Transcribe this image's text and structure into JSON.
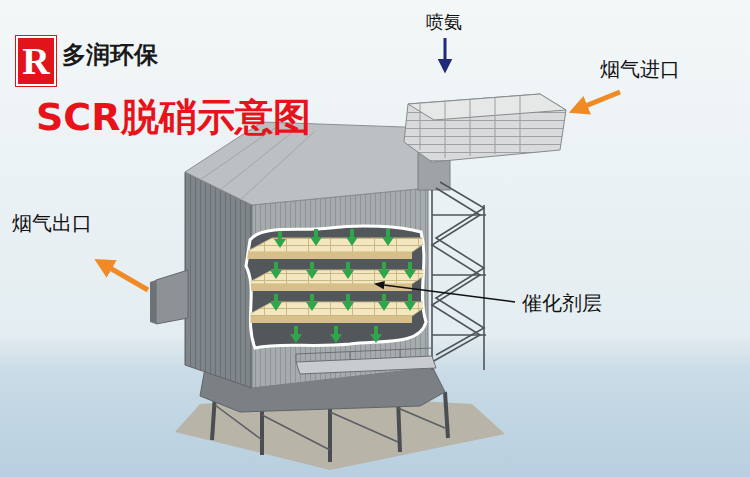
{
  "diagram": {
    "title": "SCR脱硝示意图",
    "nodes": [
      {
        "text": [
          "R"
        ]
      }
    ],
    "labels": [
      "多润环保",
      "喷氨",
      "烟气进口",
      "烟气出口",
      "催化剂层"
    ]
  }
}
